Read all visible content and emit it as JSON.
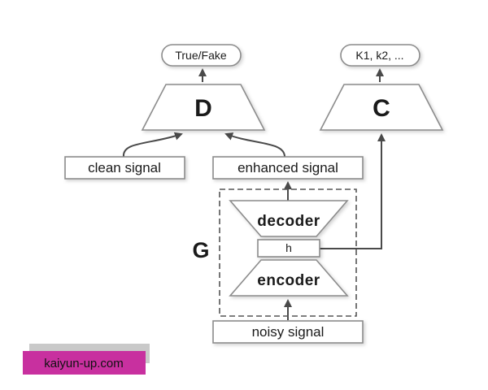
{
  "diagram": {
    "outputs": {
      "true_fake": "True/Fake",
      "k_classes": "K1, k2, ..."
    },
    "blocks": {
      "discriminator": "D",
      "classifier": "C",
      "generator": "G",
      "decoder": "decoder",
      "latent": "h",
      "encoder": "encoder"
    },
    "signals": {
      "clean": "clean signal",
      "enhanced": "enhanced signal",
      "noisy": "noisy signal"
    }
  },
  "watermark": {
    "text": "kaiyun-up.com",
    "background": "#c8309f",
    "shadow_color": "#c9c9c9"
  },
  "colors": {
    "canvas": "#ffffff",
    "shape_fill": "#ffffff",
    "shape_border": "#8c8c8c",
    "connector": "#4a4a4a",
    "text": "#1a1a1a"
  }
}
